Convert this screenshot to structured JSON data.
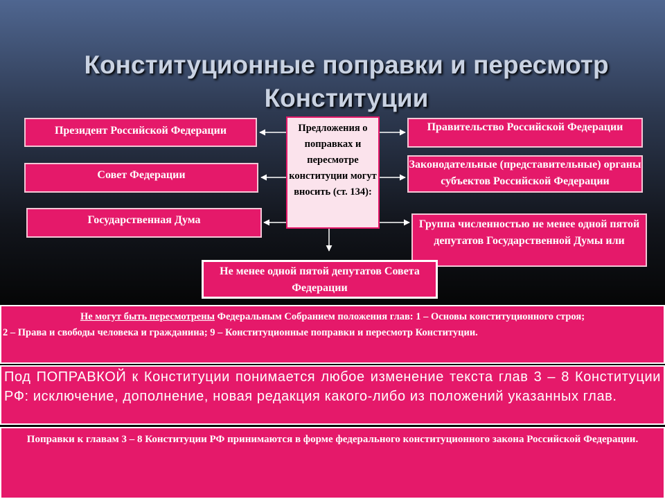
{
  "title": "Конституционные поправки и пересмотр Конституции",
  "center": "Предложения о поправках и пересмотре конституции могут вносить (ст. 134):",
  "left_boxes": [
    "Президент Российской Федерации",
    "Совет Федерации",
    "Государственная Дума"
  ],
  "right_boxes": [
    "Правительство Российской Федерации",
    "Законодательные (представительные) органы субъектов Российской Федерации",
    "Группа численностью не менее одной пятой депутатов Государственной Думы или"
  ],
  "bottom_box": "Не менее одной пятой депутатов Совета Федерации",
  "band1": {
    "underlined": "Не могут быть пересмотрены",
    "line1_rest": " Федеральным Собранием положения глав:  1 – Основы конституционного строя;",
    "line2": "2 – Права и свободы человека и гражданина;   9 – Конституционные поправки и пересмотр Конституции."
  },
  "band2": "Под  ПОПРАВКОЙ  к Конституции понимается любое изменение текста глав 3 – 8 Конституции РФ: исключение, дополнение, новая редакция какого-либо из положений указанных глав.",
  "band3": "Поправки к главам 3 – 8 Конституции РФ принимаются в форме федерального конституционного закона Российской Федерации.",
  "colors": {
    "accent": "#e5196a",
    "center_fill": "#fbe3ec",
    "title": "#c9d2e2"
  }
}
